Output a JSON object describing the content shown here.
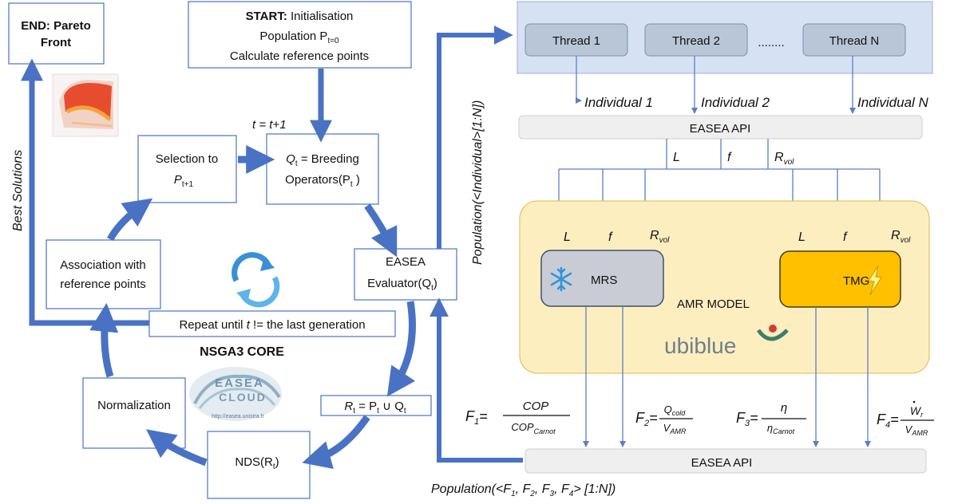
{
  "end_box": {
    "line1": "END: Pareto",
    "line2": "Front"
  },
  "start_box": {
    "label_bold": "START:",
    "label_rest": " Initialisation",
    "population": "Population P",
    "population_sub": "t=0",
    "reference": "Calculate reference points"
  },
  "t_update": "t = t+1",
  "selection_box": {
    "line1": "Selection to",
    "line2": "P",
    "line2_sub": "t+1"
  },
  "breeding_box": {
    "q": "Q",
    "q_sub": "t",
    "rest": " = Breeding",
    "line2a": "Operators(P",
    "line2_sub": "t",
    "line2b": " )"
  },
  "association_box": {
    "line1": "Association with",
    "line2": "reference points"
  },
  "evaluator_box": {
    "line1": "EASEA",
    "line2a": "Evaluator(Q",
    "line2_sub": "t",
    "line2b": ")"
  },
  "repeat_box": {
    "text_a": "Repeat until ",
    "text_t": "t",
    "text_b": " != the last generation"
  },
  "core_label": "NSGA3 CORE",
  "normalization_box": {
    "line1": "Normalization"
  },
  "rt_box": {
    "r": "R",
    "r_sub": "t",
    "mid": " = P",
    "mid_sub": "t",
    "rest": " ∪  Q",
    "rest_sub": "t"
  },
  "nds_box": {
    "text": "NDS(R",
    "sub": "t",
    "end": ")"
  },
  "easea_cloud": {
    "line1": "EASEA",
    "line2": "CLOUD",
    "url": "http://easea.unistra.fr"
  },
  "best_solutions": "Best Solutions",
  "population_vertical": "Population(<Individual>[1:N])",
  "population_bottom": {
    "a": "Population(<F",
    "s1": "1",
    "b": ", F",
    "s2": "2",
    "c": ", F",
    "s3": "3",
    "d": ", F",
    "s4": "4",
    "e": "> [1:N])"
  },
  "threads": [
    "Thread 1",
    "Thread 2",
    "........",
    "Thread N"
  ],
  "individuals": [
    "Individual 1",
    "Individual 2",
    "Individual N"
  ],
  "easea_api_top": "EASEA API",
  "easea_api_bottom": "EASEA API",
  "params": {
    "L": "L",
    "f": "f",
    "R": "R",
    "R_sub": "vol"
  },
  "mrs": "MRS",
  "tmg": "TMG",
  "amr_model": "AMR MODEL",
  "ubiblue": "ubiblue",
  "formulas": {
    "f1": {
      "lhs": "F",
      "lhs_sub": "1",
      "eq": "=",
      "num": "COP",
      "den": "COP",
      "den_sub": "Carnot"
    },
    "f2": {
      "lhs": "F",
      "lhs_sub": "2",
      "eq": "=",
      "num": "Q",
      "num_sub": "cold",
      "den": "V",
      "den_sub": "AMR"
    },
    "f3": {
      "lhs": "F",
      "lhs_sub": "3",
      "eq": "=",
      "num": "η",
      "den": "η",
      "den_sub": "Carnot"
    },
    "f4": {
      "lhs": "F",
      "lhs_sub": "4",
      "eq": "=",
      "num": "W",
      "num_sub": "r",
      "den": "V",
      "den_sub": "AMR"
    }
  },
  "colors": {
    "flow_arrow": "#4a72c4",
    "thin_arrow": "#5b7fc7",
    "thread_panel": "#d6e1f3",
    "thread_box": "#b9c6d8",
    "api_bar": "#efefef",
    "amr_panel": "#fdeec0",
    "mrs_box": "#c9ccd4",
    "tmg_box": "#ffc000"
  }
}
